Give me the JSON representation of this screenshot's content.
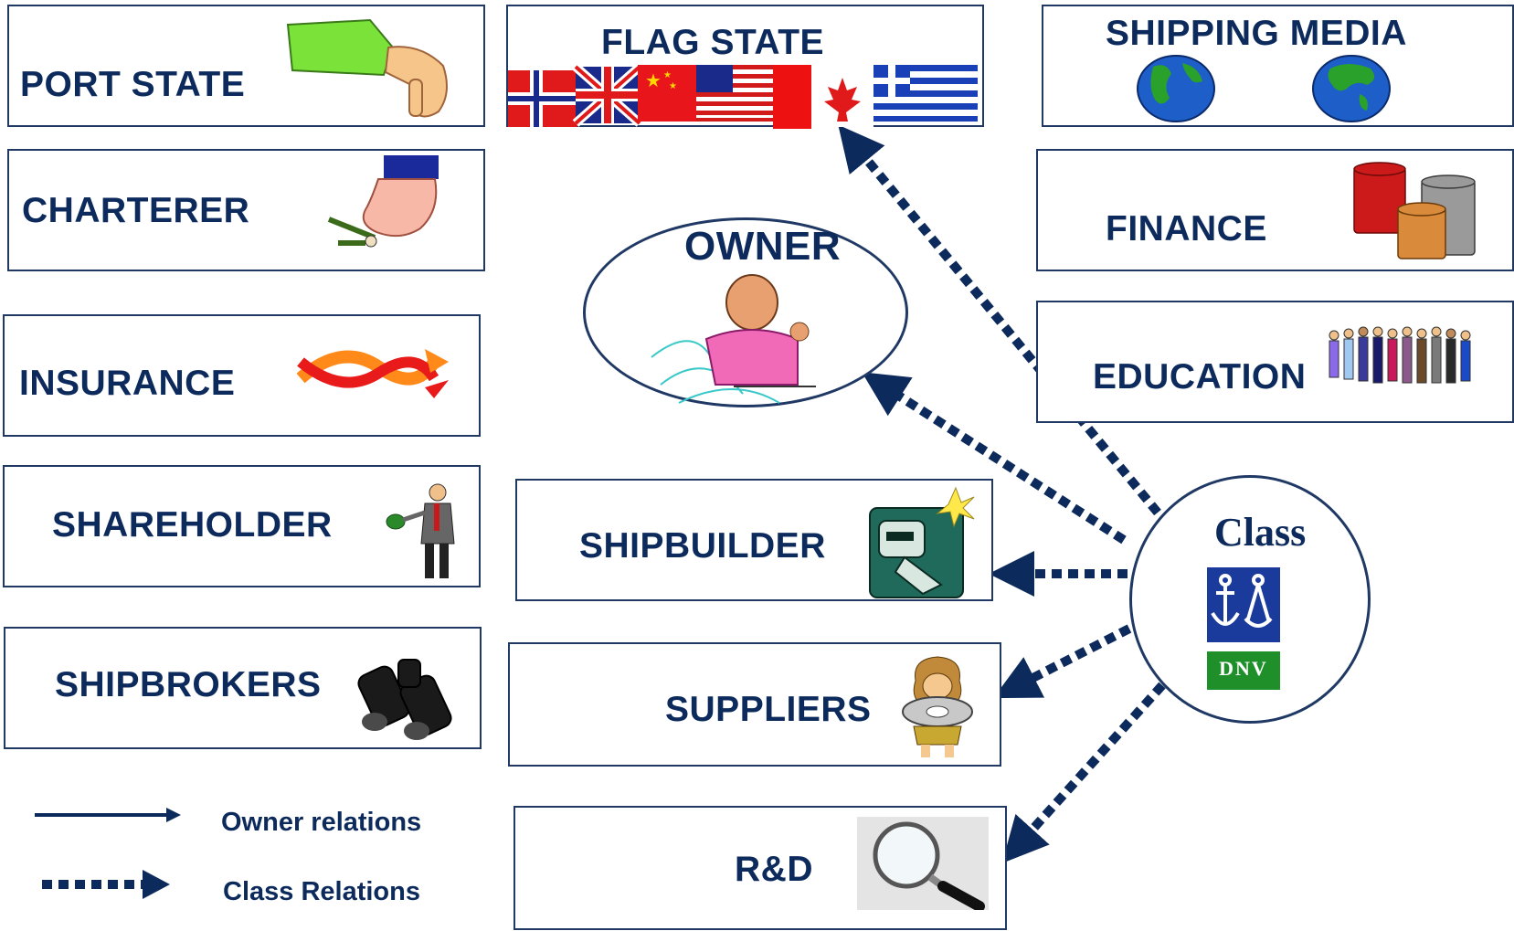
{
  "diagram": {
    "entities": {
      "port_state": "PORT STATE",
      "flag_state": "FLAG STATE",
      "shipping_media": "SHIPPING MEDIA",
      "charterer": "CHARTERER",
      "finance": "FINANCE",
      "owner": "OWNER",
      "insurance": "INSURANCE",
      "education": "EDUCATION",
      "shareholder": "SHAREHOLDER",
      "shipbuilder": "SHIPBUILDER",
      "shipbrokers": "SHIPBROKERS",
      "suppliers": "SUPPLIERS",
      "rnd": "R&D"
    },
    "class_node": {
      "title": "Class",
      "logo_text": "DNV"
    },
    "legend": {
      "owner_relations": "Owner relations",
      "class_relations": "Class Relations"
    },
    "class_relation_targets": [
      "flag_state",
      "owner",
      "shipbuilder",
      "suppliers",
      "rnd"
    ],
    "colors": {
      "text": "#0d2a5c",
      "border": "#1f3864",
      "arrow": "#0d2a5c",
      "dnv_blue": "#1a3a9c",
      "dnv_green": "#1f8f2a"
    }
  }
}
